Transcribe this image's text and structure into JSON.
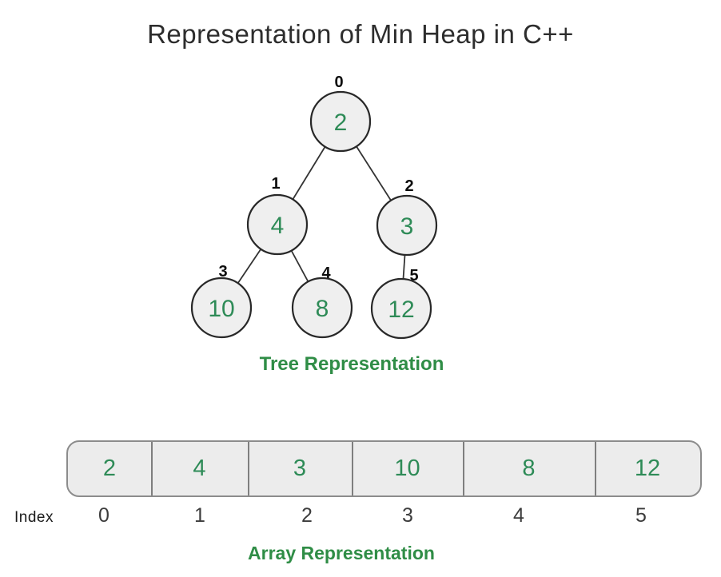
{
  "title": "Representation of Min Heap in C++",
  "tree": {
    "heading": "Tree Representation",
    "nodes": [
      {
        "index": "0",
        "value": "2"
      },
      {
        "index": "1",
        "value": "4"
      },
      {
        "index": "2",
        "value": "3"
      },
      {
        "index": "3",
        "value": "10"
      },
      {
        "index": "4",
        "value": "8"
      },
      {
        "index": "5",
        "value": "12"
      }
    ],
    "edges": [
      {
        "parent": "0",
        "child": "1"
      },
      {
        "parent": "0",
        "child": "2"
      },
      {
        "parent": "1",
        "child": "3"
      },
      {
        "parent": "1",
        "child": "4"
      },
      {
        "parent": "2",
        "child": "5"
      }
    ]
  },
  "array": {
    "heading": "Array Representation",
    "index_caption": "Index",
    "cells": [
      {
        "value": "2",
        "index": "0"
      },
      {
        "value": "4",
        "index": "1"
      },
      {
        "value": "3",
        "index": "2"
      },
      {
        "value": "10",
        "index": "3"
      },
      {
        "value": "8",
        "index": "4"
      },
      {
        "value": "12",
        "index": "5"
      }
    ]
  },
  "colors": {
    "heading_green": "#2f8d46",
    "value_green": "#2e8b57",
    "node_fill": "#efefef",
    "node_border": "#282828",
    "title_color": "#2d2d2d"
  }
}
